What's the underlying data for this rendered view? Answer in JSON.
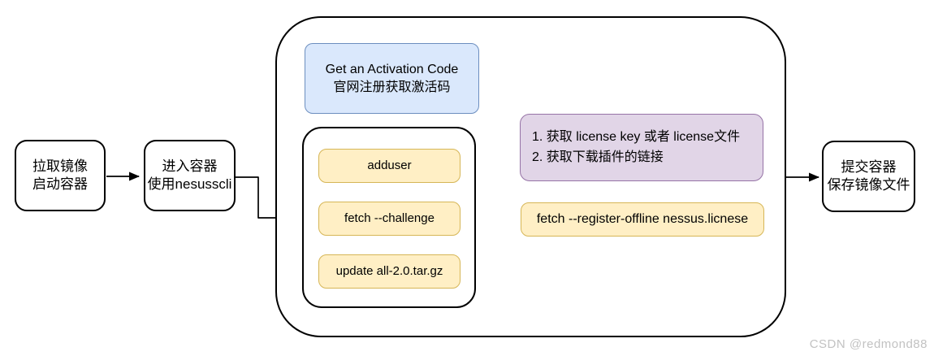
{
  "nodes": {
    "pull_image": {
      "lines": [
        "拉取镜像",
        "启动容器"
      ]
    },
    "enter_container": {
      "lines": [
        "进入容器",
        "使用nesusscli"
      ]
    },
    "activation_code": {
      "lines": [
        "Get an Activation Code",
        "官网注册获取激活码"
      ]
    },
    "cmd_adduser": {
      "label": "adduser"
    },
    "cmd_fetch_challenge": {
      "label": "fetch --challenge"
    },
    "cmd_update": {
      "label": "update all-2.0.tar.gz"
    },
    "license_info": {
      "lines": [
        "1. 获取 license key 或者 license文件",
        "2. 获取下载插件的链接"
      ]
    },
    "cmd_register_offline": {
      "label": "fetch --register-offline nessus.licnese"
    },
    "commit_container": {
      "lines": [
        "提交容器",
        "保存镜像文件"
      ]
    }
  },
  "watermark": {
    "text": "CSDN @redmond88",
    "color": "#c2c2c2"
  },
  "palette": {
    "blue_fill": "#dae8fc",
    "blue_border": "#6c8ebf",
    "yellow_fill": "#ffefc5",
    "yellow_border": "#d6b656",
    "purple_fill": "#e1d5e7",
    "purple_border": "#9673a6",
    "box_border": "#000000",
    "connector": "#000000"
  }
}
